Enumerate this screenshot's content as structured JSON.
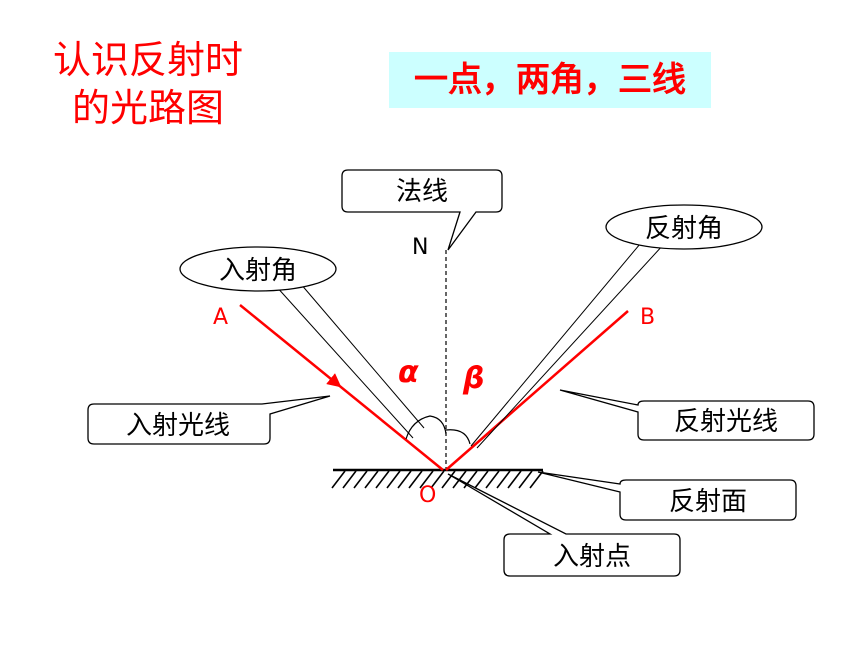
{
  "title": {
    "line1": "认识反射时",
    "line2": "的光路图"
  },
  "banner": {
    "text": "一点，两角，三线"
  },
  "diagram": {
    "points": {
      "A": "A",
      "B": "B",
      "N": "N",
      "O": "O"
    },
    "angles": {
      "alpha": "α",
      "beta": "β"
    },
    "callouts": {
      "normal": "法线",
      "incidence_angle": "入射角",
      "reflection_angle": "反射角",
      "incident_ray": "入射光线",
      "reflected_ray": "反射光线",
      "reflecting_surface": "反射面",
      "incidence_point": "入射点"
    },
    "colors": {
      "ray": "#ff0000",
      "label": "#000000",
      "banner_bg": "#ccffff",
      "title": "#ff0000"
    }
  }
}
